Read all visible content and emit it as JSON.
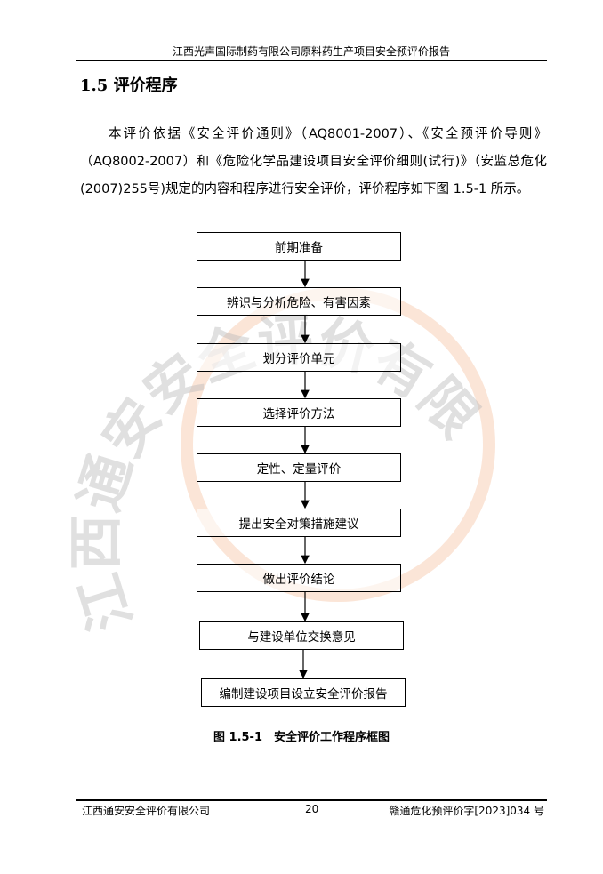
{
  "header": {
    "title": "江西光声国际制药有限公司原料药生产项目安全预评价报告"
  },
  "section": {
    "title": "1.5 评价程序",
    "paragraph": "本评价依据《安全评价通则》（AQ8001-2007）、《安全预评价导则》（AQ8002-2007）和《危险化学品建设项目安全评价细则(试行)》（安监总危化(2007)255号)规定的内容和程序进行安全评价，评价程序如下图 1.5-1 所示。"
  },
  "flowchart": {
    "steps": [
      "前期准备",
      "辨识与分析危险、有害因素",
      "划分评价单元",
      "选择评价方法",
      "定性、定量评价",
      "提出安全对策措施建议",
      "做出评价结论",
      "与建设单位交换意见",
      "编制建设项目设立安全评价报告"
    ],
    "caption": "图 1.5-1　安全评价工作程序框图"
  },
  "watermark": {
    "text": "江西通安安全评价有限公司",
    "color": "#e8602c"
  },
  "footer": {
    "company": "江西通安安全评价有限公司",
    "page": "20",
    "doc_no": "赣通危化预评价字[2023]034 号"
  }
}
